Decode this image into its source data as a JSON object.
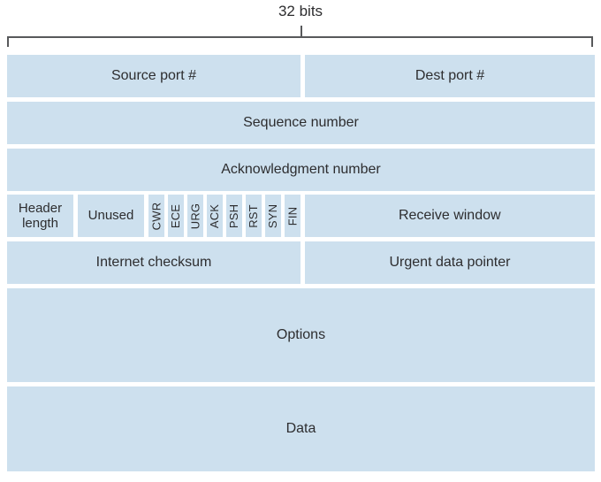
{
  "colors": {
    "cell_fill": "#cde0ee",
    "bracket_line": "#58595b",
    "label_text": "#2d2d2f"
  },
  "diagram": {
    "width_label": "32 bits",
    "fields": {
      "source_port": "Source port #",
      "dest_port": "Dest port #",
      "sequence_number": "Sequence number",
      "ack_number": "Acknowledgment number",
      "header_length": "Header length",
      "unused": "Unused",
      "flags": [
        "CWR",
        "ECE",
        "URG",
        "ACK",
        "PSH",
        "RST",
        "SYN",
        "FIN"
      ],
      "receive_window": "Receive window",
      "internet_checksum": "Internet checksum",
      "urgent_data_pointer": "Urgent data pointer",
      "options": "Options",
      "data": "Data"
    }
  }
}
